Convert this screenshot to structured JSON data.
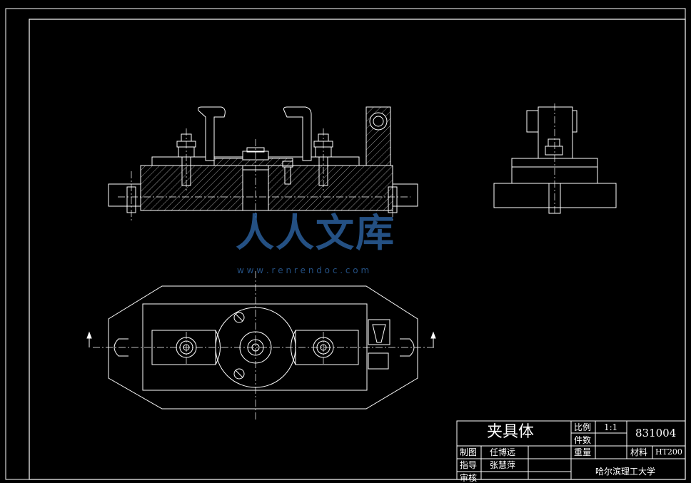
{
  "title_block": {
    "part_name": "夹具体",
    "scale_label": "比例",
    "scale_value": "1:1",
    "qty_label": "件数",
    "drawing_no": "831004",
    "weight_label": "重量",
    "material_label": "材料",
    "material_value": "HT200",
    "drawn_label": "制图",
    "drawn_name": "任博远",
    "guide_label": "指导",
    "guide_name": "张慧萍",
    "review_label": "审核",
    "school": "哈尔滨理工大学"
  },
  "watermark": {
    "brand": "人人文库",
    "url": "w w w . r e n r e n d o c . c o m"
  },
  "colors": {
    "background": "#000000",
    "line": "#ffffff",
    "watermark": "#2b5f9b"
  }
}
